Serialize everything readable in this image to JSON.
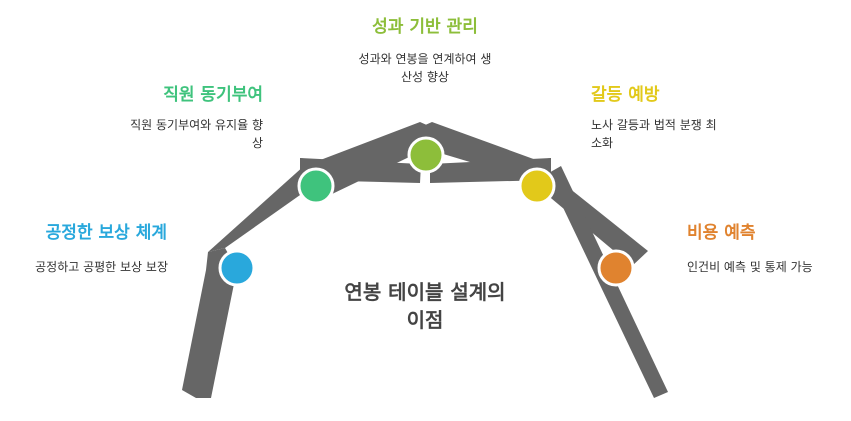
{
  "center_title_line1": "연봉 테이블 설계의",
  "center_title_line2": "이점",
  "colors": {
    "beam": "#666666",
    "fair": "#29a8dc",
    "motivation": "#3fc37d",
    "performance": "#8dbe3a",
    "conflict": "#e2c91a",
    "cost": "#e0832f"
  },
  "nodes": [
    {
      "key": "fair",
      "title": "공정한 보상 체계",
      "desc": "공정하고 공평한 보상 보장",
      "color": "#29a8dc"
    },
    {
      "key": "motivation",
      "title": "직원 동기부여",
      "desc_line1": "직원 동기부여와 유지율 향",
      "desc_line2": "상",
      "color": "#3fc37d"
    },
    {
      "key": "performance",
      "title": "성과 기반 관리",
      "desc_line1": "성과와 연봉을 연계하여 생",
      "desc_line2": "산성 향상",
      "color": "#8dbe3a"
    },
    {
      "key": "conflict",
      "title": "갈등 예방",
      "desc_line1": "노사 갈등과 법적 분쟁 최",
      "desc_line2": "소화",
      "color": "#e2c91a"
    },
    {
      "key": "cost",
      "title": "비용 예측",
      "desc": "인건비 예측 및 통제 가능",
      "color": "#e0832f"
    }
  ]
}
